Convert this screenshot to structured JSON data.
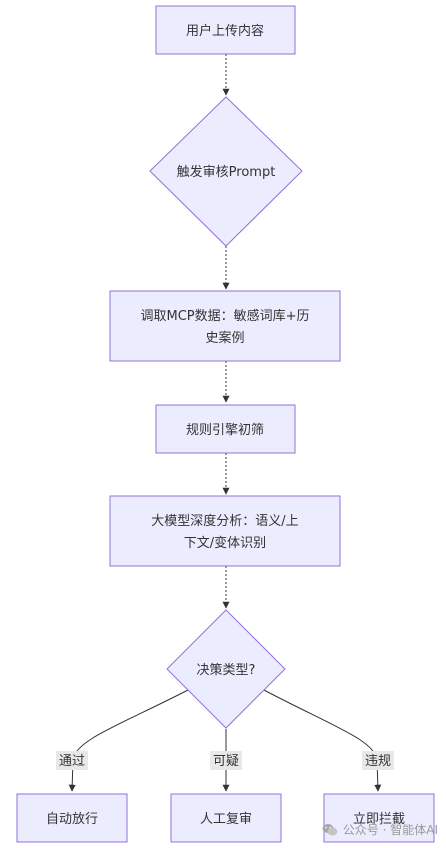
{
  "colors": {
    "node_fill": "#ececff",
    "node_stroke": "#9370db",
    "edge": "#333333",
    "label_bg": "#e8e8e8",
    "text": "#333333"
  },
  "nodes": {
    "user_upload": "用户上传内容",
    "trigger_prompt": "触发审核Prompt",
    "mcp_data_line1": "调取MCP数据：敏感词库+历",
    "mcp_data_line2": "史案例",
    "rule_engine": "规则引擎初筛",
    "llm_line1": "大模型深度分析：语义/上",
    "llm_line2": "下文/变体识别",
    "decision": "决策类型?",
    "auto_release": "自动放行",
    "manual_review": "人工复审",
    "block": "立即拦截"
  },
  "edge_labels": {
    "pass": "通过",
    "suspicious": "可疑",
    "violation": "违规"
  },
  "watermark": {
    "icon": "wechat-icon",
    "text": "公众号 · 智能体AI"
  }
}
